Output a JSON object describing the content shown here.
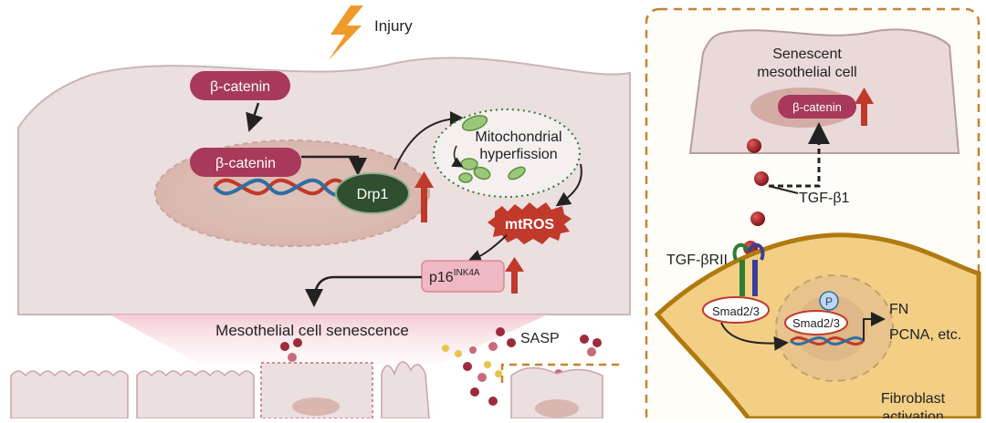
{
  "labels": {
    "injury": "Injury",
    "beta_catenin_top": "β-catenin",
    "beta_catenin_nucleus": "β-catenin",
    "drp1": "Drp1",
    "mito_line1": "Mitochondrial",
    "mito_line2": "hyperfission",
    "mtros": "mtROS",
    "p16_main": "p16",
    "p16_sup": "INK4A",
    "senescence": "Mesothelial cell senescence",
    "sasp": "SASP",
    "senescent_line1": "Senescent",
    "senescent_line2": "mesothelial cell",
    "beta_catenin_right": "β-catenin",
    "tgf_b1": "TGF-β1",
    "tgf_bRII": "TGF-βRII",
    "smad_membrane": "Smad2/3",
    "smad_nucleus": "Smad2/3",
    "phospho": "P",
    "fn": "FN",
    "pcna": "PCNA, etc.",
    "fibro_line1": "Fibroblast",
    "fibro_line2": "activation"
  },
  "colors": {
    "beta_catenin": "#a8395a",
    "drp1": "#2f4f2f",
    "mtros": "#c0392b",
    "up_arrow": "#c0392b",
    "p16_fill": "#f0b8c2",
    "cell_fill": "#eadadc",
    "fibroblast": "#f3cf86",
    "dashed_border": "#c7822e",
    "injury_bolt": "#f09a2a"
  }
}
